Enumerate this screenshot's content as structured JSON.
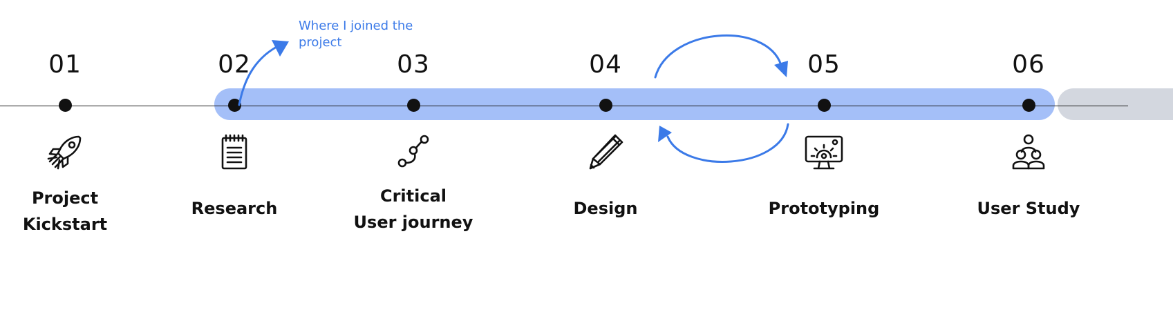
{
  "annotation": {
    "line1": "Where I joined the",
    "line2": "project"
  },
  "colors": {
    "highlight": "#a4bff8",
    "upcoming": "#d3d7df",
    "accent": "#3b7ae8",
    "ink": "#111111"
  },
  "steps": [
    {
      "number": "01",
      "label_lines": [
        "Project",
        "Kickstart"
      ],
      "icon": "rocket-icon"
    },
    {
      "number": "02",
      "label_lines": [
        "Research"
      ],
      "icon": "notepad-icon"
    },
    {
      "number": "03",
      "label_lines": [
        "Critical",
        "User journey"
      ],
      "icon": "journey-nodes-icon"
    },
    {
      "number": "04",
      "label_lines": [
        "Design"
      ],
      "icon": "pencil-icon"
    },
    {
      "number": "05",
      "label_lines": [
        "Prototyping"
      ],
      "icon": "monitor-gear-icon"
    },
    {
      "number": "06",
      "label_lines": [
        "User Study"
      ],
      "icon": "user-group-icon"
    }
  ]
}
